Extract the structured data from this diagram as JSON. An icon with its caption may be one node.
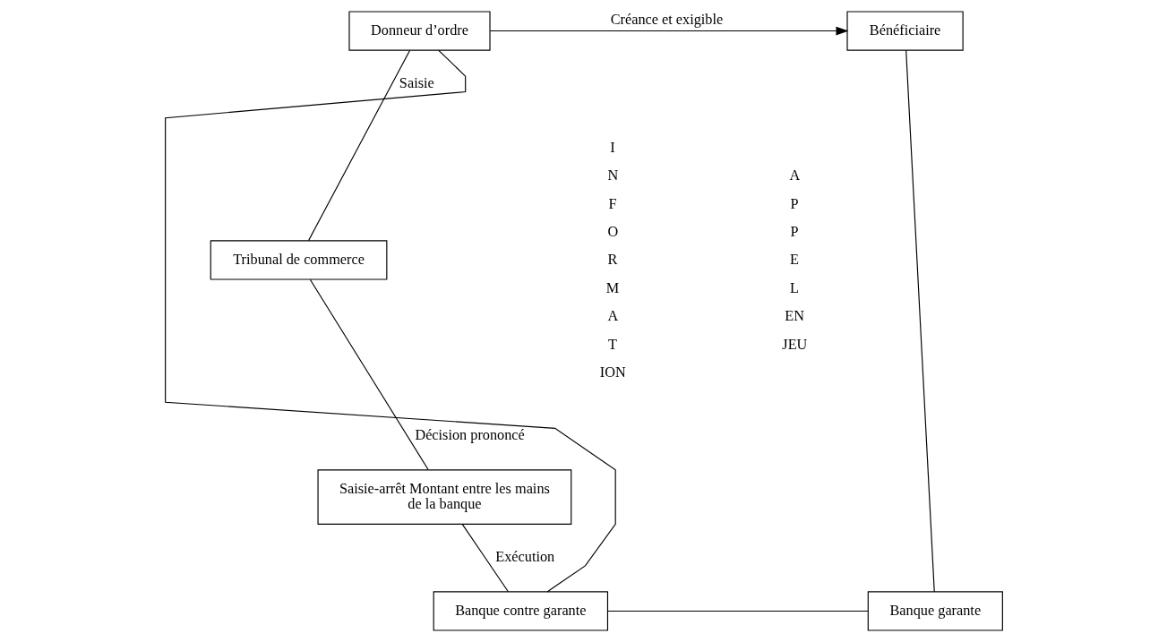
{
  "diagram": {
    "nodes": [
      {
        "text": [
          "Donneur d’ordre"
        ]
      },
      {
        "text": [
          "Bénéficiaire"
        ]
      },
      {
        "text": [
          "Tribunal de commerce"
        ]
      },
      {
        "text": [
          "Saisie-arrêt Montant entre les mains de la banque"
        ]
      },
      {
        "text": [
          "Banque contre garante"
        ]
      },
      {
        "text": [
          "Banque garante"
        ]
      }
    ],
    "edges": [
      {
        "from": 0,
        "to": 1,
        "arrow": "to",
        "label": "Créance et exigible"
      },
      {
        "from": 0,
        "to": 2,
        "arrow": "none",
        "label": "Saisie"
      },
      {
        "from": 2,
        "to": 3,
        "arrow": "none",
        "label": "Décision prononcé"
      },
      {
        "from": 3,
        "to": 4,
        "arrow": "none",
        "label": "Exécution"
      },
      {
        "from": 4,
        "to": 5,
        "arrow": "none"
      },
      {
        "from": 1,
        "to": 5,
        "arrow": "none"
      },
      {
        "from": 4,
        "to": 0,
        "arrow": "none"
      }
    ],
    "labels": [
      "I",
      "N",
      "F",
      "O",
      "R",
      "M",
      "A",
      "T",
      "ION",
      "A",
      "P",
      "P",
      "E",
      "L",
      "EN",
      "JEU"
    ]
  }
}
